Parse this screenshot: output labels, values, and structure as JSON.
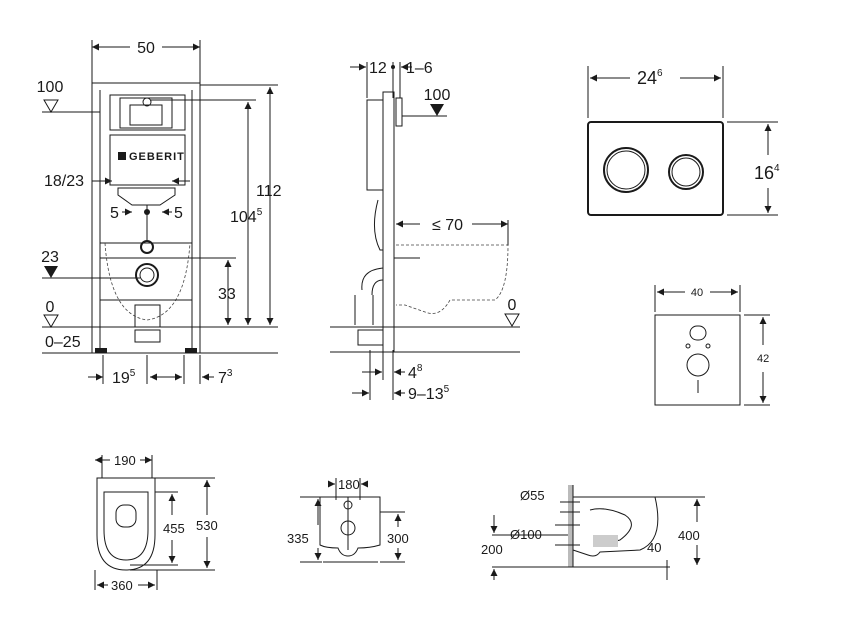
{
  "front_view": {
    "width": "50",
    "level_top": "100",
    "height_total": "112",
    "height_flush": {
      "base": "104",
      "sup": "5"
    },
    "bolt_spacing": "18/23",
    "offset_left": "5",
    "offset_right": "5",
    "level_inlet": "23",
    "drain_height": "33",
    "level_floor": "0",
    "floor_range": "0–25",
    "drain_offset": {
      "base": "19",
      "sup": "5"
    },
    "leg_offset": {
      "base": "7",
      "sup": "3"
    },
    "brand_logo": "GEBERIT"
  },
  "side_view": {
    "depth": "12",
    "wall_gap": "1–6",
    "level_top": "100",
    "bowl_projection": "≤ 70",
    "level_floor": "0",
    "pipe_offset": {
      "base": "4",
      "sup": "8"
    },
    "wall_range": {
      "base": "9–13",
      "sup": "5"
    }
  },
  "flush_plate": {
    "width": {
      "base": "24",
      "sup": "6"
    },
    "height": {
      "base": "16",
      "sup": "4"
    }
  },
  "wall_plate": {
    "width": "40",
    "height": "42"
  },
  "toilet_top": {
    "seat_width": "190",
    "inner_length": "455",
    "length": "530",
    "width": "360"
  },
  "toilet_front": {
    "width": "180",
    "height_outer": "335",
    "height_inner": "300"
  },
  "toilet_side": {
    "inlet_diameter": "Ø55",
    "outlet_diameter": "Ø100",
    "outlet_height": "200",
    "rim_offset": "40",
    "height": "400"
  }
}
